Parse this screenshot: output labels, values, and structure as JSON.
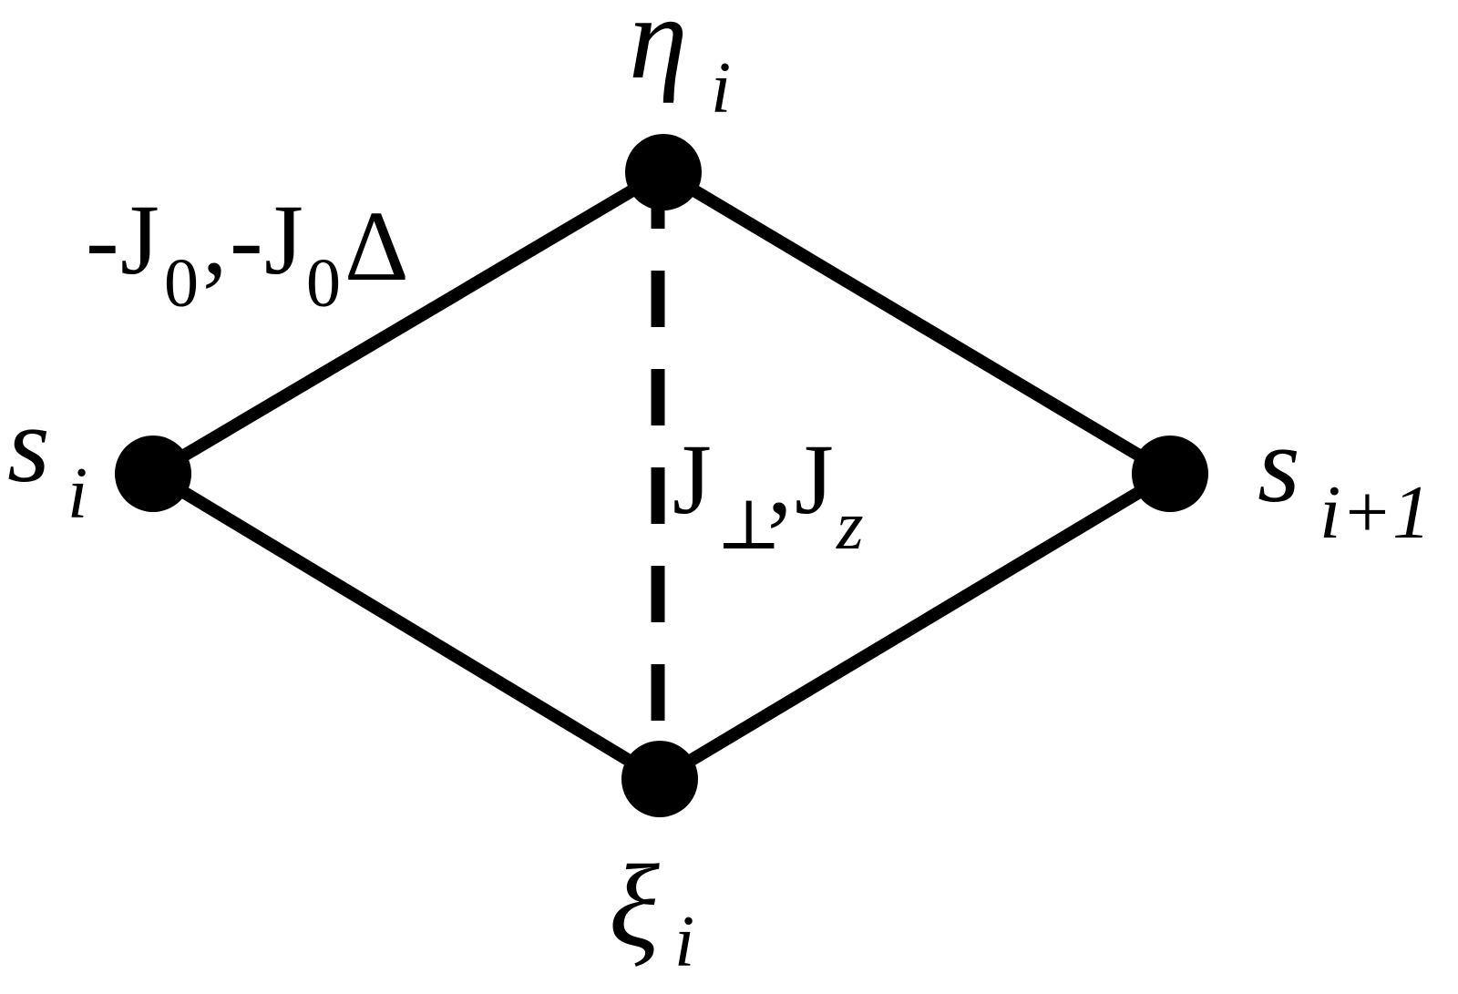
{
  "diagram": {
    "colors": {
      "ink": "#000000",
      "background": "#ffffff"
    },
    "nodes": {
      "s_i": {
        "symbol": "s",
        "sub": "i"
      },
      "eta_i": {
        "symbol": "η",
        "sub": "i"
      },
      "s_i1": {
        "symbol": "s",
        "sub": "i+1"
      },
      "xi_i": {
        "symbol": "ξ",
        "sub": "i"
      }
    },
    "labels": {
      "solid_bond": {
        "minus1": "-",
        "J1": "J",
        "sub1": "0",
        "sep": ",",
        "minus2": "-",
        "J2": "J",
        "sub2": "0",
        "delta": "Δ"
      },
      "dashed_bond": {
        "J1": "J",
        "sub1": "⊥",
        "sep": ",",
        "J2": "J",
        "sub2": "z"
      }
    }
  }
}
